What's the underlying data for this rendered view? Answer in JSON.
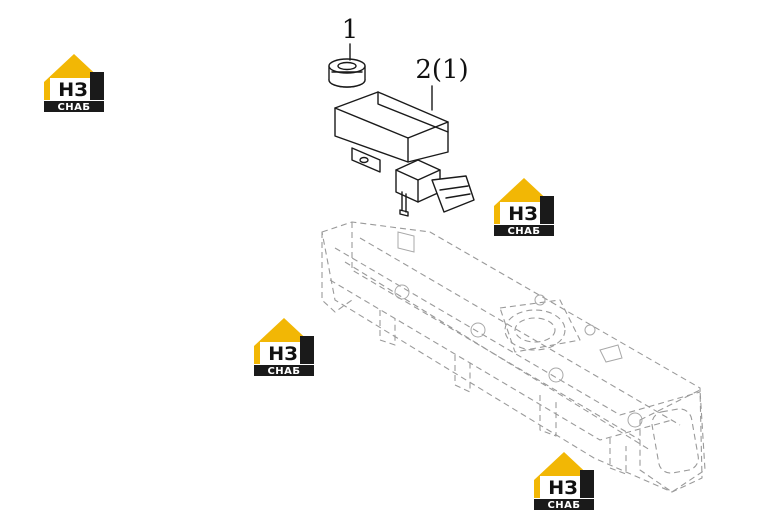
{
  "callouts": {
    "item1": "1",
    "item2": "2(1)"
  },
  "watermark": {
    "top_text": "НЗ",
    "bottom_text": "СНАБ",
    "colors": {
      "roof": "#f2b705",
      "bar": "#1a1a1a",
      "letter_bg": "#ffffff"
    }
  }
}
